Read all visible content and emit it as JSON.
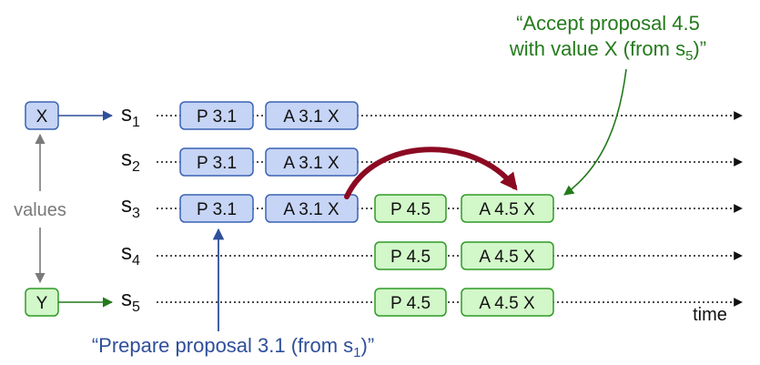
{
  "colors": {
    "blue_fill": "#c6d4f5",
    "blue_stroke": "#3a63b3",
    "green_fill": "#d2f7c9",
    "green_stroke": "#2f9a27",
    "gray": "#7a7a7a",
    "dark_red": "#8b0a22",
    "blue_text": "#2f4f9a",
    "green_text": "#247a1c"
  },
  "value_x": "X",
  "value_y": "Y",
  "values_label": "values",
  "time_label": "time",
  "servers": [
    {
      "base": "s",
      "sub": "1"
    },
    {
      "base": "s",
      "sub": "2"
    },
    {
      "base": "s",
      "sub": "3"
    },
    {
      "base": "s",
      "sub": "4"
    },
    {
      "base": "s",
      "sub": "5"
    }
  ],
  "messages": {
    "p31": "P 3.1",
    "a31": "A 3.1 X",
    "p45": "P 4.5",
    "a45": "A 4.5 X"
  },
  "annotation_accept": {
    "line1": "“Accept proposal 4.5",
    "line2_pre": "with value X (from s",
    "line2_sub": "5",
    "line2_post": ")”"
  },
  "annotation_prepare": {
    "pre": "“Prepare proposal 3.1 (from s",
    "sub": "1",
    "post": ")”"
  }
}
